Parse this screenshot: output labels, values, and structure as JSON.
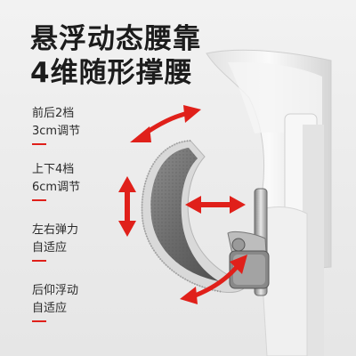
{
  "headline": {
    "line1": "悬浮动态腰靠",
    "line2": "4维随形撑腰"
  },
  "features": [
    {
      "line1": "前后2档",
      "line2": "3cm调节",
      "icon": "forward-back-arrow-icon"
    },
    {
      "line1": "上下4档",
      "line2": "6cm调节",
      "icon": "up-down-arrow-icon"
    },
    {
      "line1": "左右弹力",
      "line2": "自适应",
      "icon": "left-right-arrow-icon"
    },
    {
      "line1": "后仰浮动",
      "line2": "自适应",
      "icon": "tilt-arrow-icon"
    }
  ],
  "colors": {
    "accent": "#e0201a",
    "headline": "#1c1c1c",
    "body_text": "#2a2a2a",
    "background": "#eeeeee"
  }
}
